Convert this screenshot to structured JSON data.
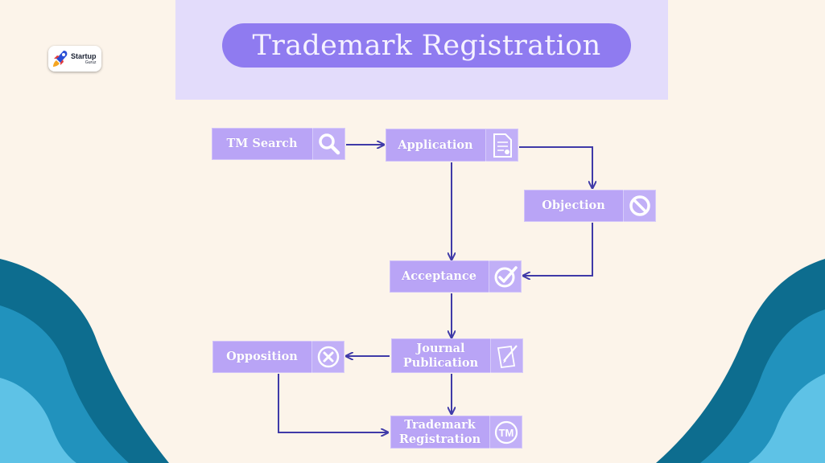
{
  "logo": {
    "name": "Startup",
    "sub": "Guruz"
  },
  "title": "Trademark Registration",
  "nodes": {
    "tm_search": "TM Search",
    "application": "Application",
    "objection": "Objection",
    "acceptance": "Acceptance",
    "journal_publication_line1": "Journal",
    "journal_publication_line2": "Publication",
    "opposition": "Opposition",
    "trademark_registration_line1": "Trademark",
    "trademark_registration_line2": "Registration"
  },
  "icons": {
    "tm_search": "magnifier-icon",
    "application": "document-icon",
    "objection": "prohibited-icon",
    "acceptance": "check-circle-icon",
    "journal_publication": "pen-paper-icon",
    "opposition": "x-circle-icon",
    "trademark_registration": "tm-circle-icon",
    "tm_text": "TM"
  },
  "colors": {
    "background": "#fcf4ea",
    "header_panel": "#e3dcfb",
    "title_pill": "#8f7bf0",
    "node_fill": "#b9a4f6",
    "arrow": "#3f3aa8",
    "wave_dark": "#0d6d8f",
    "wave_mid": "#2192bd",
    "wave_light": "#5ec2e6"
  }
}
